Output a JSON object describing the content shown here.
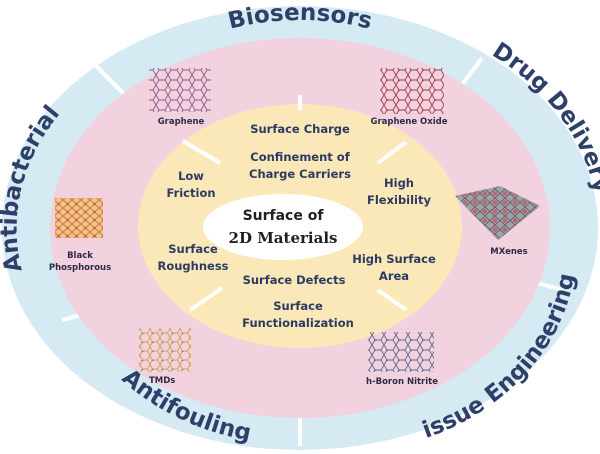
{
  "center": {
    "line1": "Surface of",
    "line2": "2D Materials"
  },
  "applications": {
    "biosensors": "Biosensors",
    "drug_delivery": "Drug Delivery",
    "tissue_engineering": "Tissue Engineering",
    "antifouling": "Antifouling",
    "antibacterial": "Antibacterial"
  },
  "materials": {
    "graphene": "Graphene",
    "graphene_oxide": "Graphene Oxide",
    "mxenes": "MXenes",
    "h_boron_nitrite": "h-Boron Nitrite",
    "tmds": "TMDs",
    "black_phosphorous_1": "Black",
    "black_phosphorous_2": "Phosphorous"
  },
  "properties": {
    "surface_charge": "Surface Charge",
    "confinement_1": "Confinement of",
    "confinement_2": "Charge Carriers",
    "high_flexibility_1": "High",
    "high_flexibility_2": "Flexibility",
    "high_surface_area_1": "High Surface",
    "high_surface_area_2": "Area",
    "surface_defects": "Surface Defects",
    "surface_functionalization_1": "Surface",
    "surface_functionalization_2": "Functionalization",
    "surface_roughness_1": "Surface",
    "surface_roughness_2": "Roughness",
    "low_friction_1": "Low",
    "low_friction_2": "Friction"
  },
  "colors": {
    "outer_ring": "#d5eaf3",
    "pink_ring": "#f3d2df",
    "inner_disc": "#fbe8b8",
    "center": "#ffffff",
    "divider": "#ffffff",
    "label": "#2e3f69"
  }
}
